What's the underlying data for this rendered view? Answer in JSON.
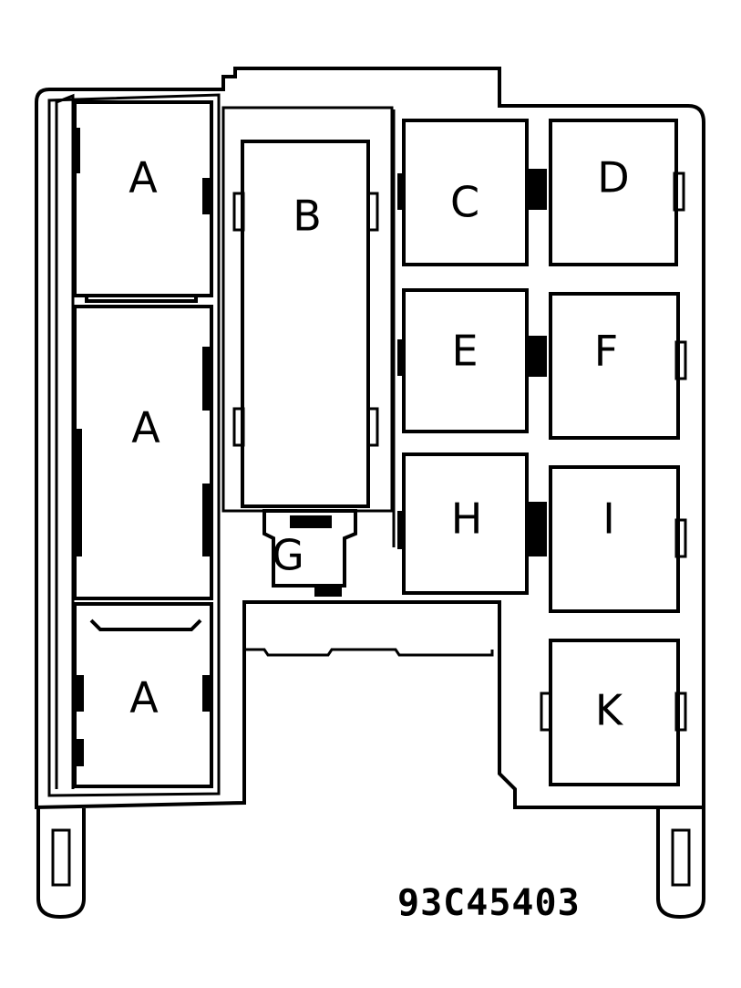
{
  "diagram": {
    "figure_code": "93C45403",
    "labels": {
      "a1": "A",
      "a2": "A",
      "a3": "A",
      "b": "B",
      "c": "C",
      "d": "D",
      "e": "E",
      "f": "F",
      "g": "G",
      "h": "H",
      "i": "I",
      "k": "K"
    }
  }
}
